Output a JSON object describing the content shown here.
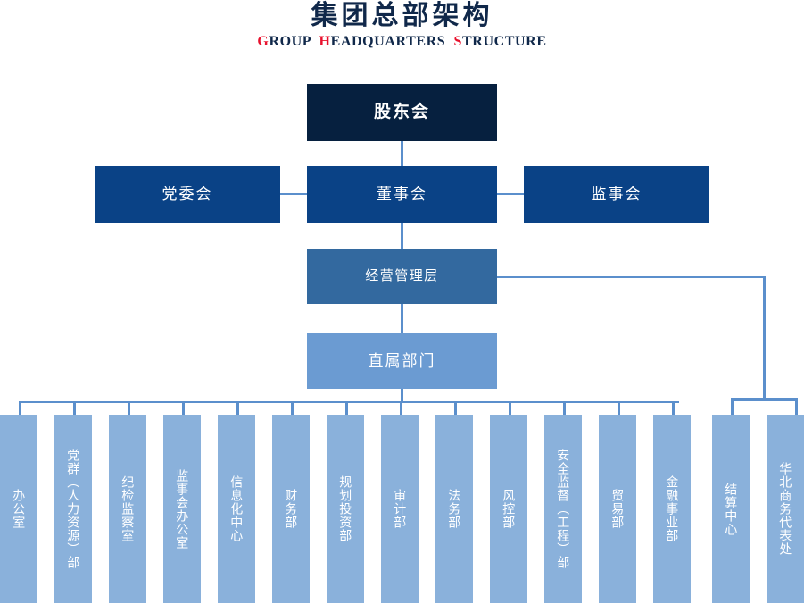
{
  "title": {
    "main": "集团总部架构",
    "sub_parts": [
      {
        "lead": "G",
        "rest": "ROUP"
      },
      {
        "lead": "H",
        "rest": "EADQUARTERS"
      },
      {
        "lead": "S",
        "rest": "TRUCTURE"
      }
    ],
    "sub_full": "GROUP HEADQUARTERS STRUCTURE"
  },
  "colors": {
    "navy_darkest": "#06203F",
    "navy_blue": "#0A4286",
    "steel_blue": "#33699F",
    "mid_blue": "#6B9BD2",
    "light_blue": "#8AB1DB",
    "connector": "#5B8FCC",
    "accent_red": "#E8112D",
    "text_dark": "#10284A"
  },
  "nodes": {
    "shareholders": "股东会",
    "party_committee": "党委会",
    "board": "董事会",
    "supervisors": "监事会",
    "management": "经营管理层",
    "direct_departments": "直属部门"
  },
  "departments": [
    {
      "label": "办公室",
      "branch": "direct"
    },
    {
      "label": "党群（人力资源）部",
      "branch": "direct"
    },
    {
      "label": "纪检监察室",
      "branch": "direct"
    },
    {
      "label": "监事会办公室",
      "branch": "direct"
    },
    {
      "label": "信息化中心",
      "branch": "direct"
    },
    {
      "label": "财务部",
      "branch": "direct"
    },
    {
      "label": "规划投资部",
      "branch": "direct"
    },
    {
      "label": "审计部",
      "branch": "direct"
    },
    {
      "label": "法务部",
      "branch": "direct"
    },
    {
      "label": "风控部",
      "branch": "direct"
    },
    {
      "label": "安全监督（工程）部",
      "branch": "direct"
    },
    {
      "label": "贸易部",
      "branch": "direct"
    },
    {
      "label": "金融事业部",
      "branch": "direct"
    },
    {
      "label": "结算中心",
      "branch": "management"
    },
    {
      "label": "华北商务代表处",
      "branch": "management"
    }
  ]
}
